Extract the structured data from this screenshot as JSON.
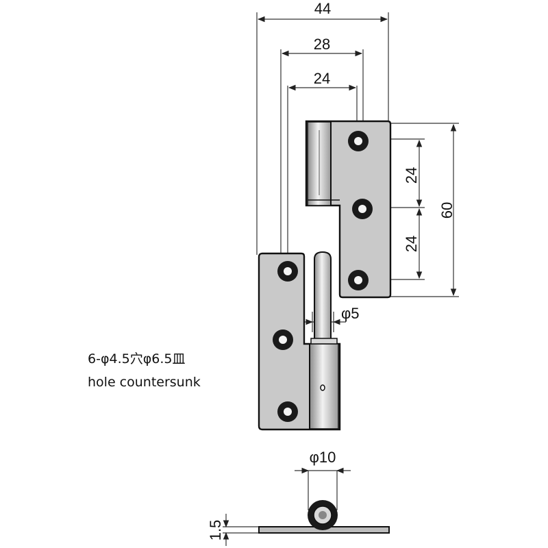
{
  "dimensions": {
    "overall_width": "44",
    "upper_leaf_width": "28",
    "hole_pitch_width": "24",
    "hole_pitch_vertical_1": "24",
    "hole_pitch_vertical_2": "24",
    "leaf_height": "60",
    "pin_diameter": "φ5",
    "knuckle_diameter": "φ10",
    "thickness": "1.5"
  },
  "note": {
    "line1": "6-φ4.5穴φ6.5皿",
    "line2": "hole countersunk"
  },
  "colors": {
    "line": "#111111",
    "leaf_fill": "#c9c9c9",
    "background": "#ffffff"
  }
}
